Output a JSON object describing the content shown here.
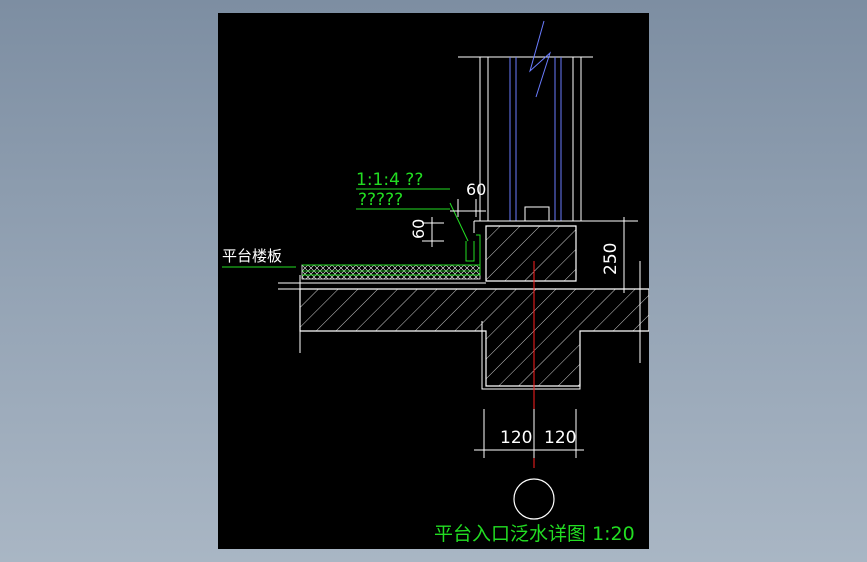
{
  "drawing": {
    "title": "平台入口泛水详图 1:20",
    "label_slab": "平台楼板",
    "note_line1": "1:1:4 ??",
    "note_line2": "?????",
    "dim_60_top": "60",
    "dim_60_side": "60",
    "dim_250": "250",
    "dim_120_left": "120",
    "dim_120_right": "120"
  },
  "colors": {
    "background": "#000000",
    "line_white": "#ffffff",
    "text_green": "#22dd22",
    "hatch_green": "#22dd22",
    "axis_red": "#ff2020",
    "glass_blue": "#6a7cff"
  }
}
